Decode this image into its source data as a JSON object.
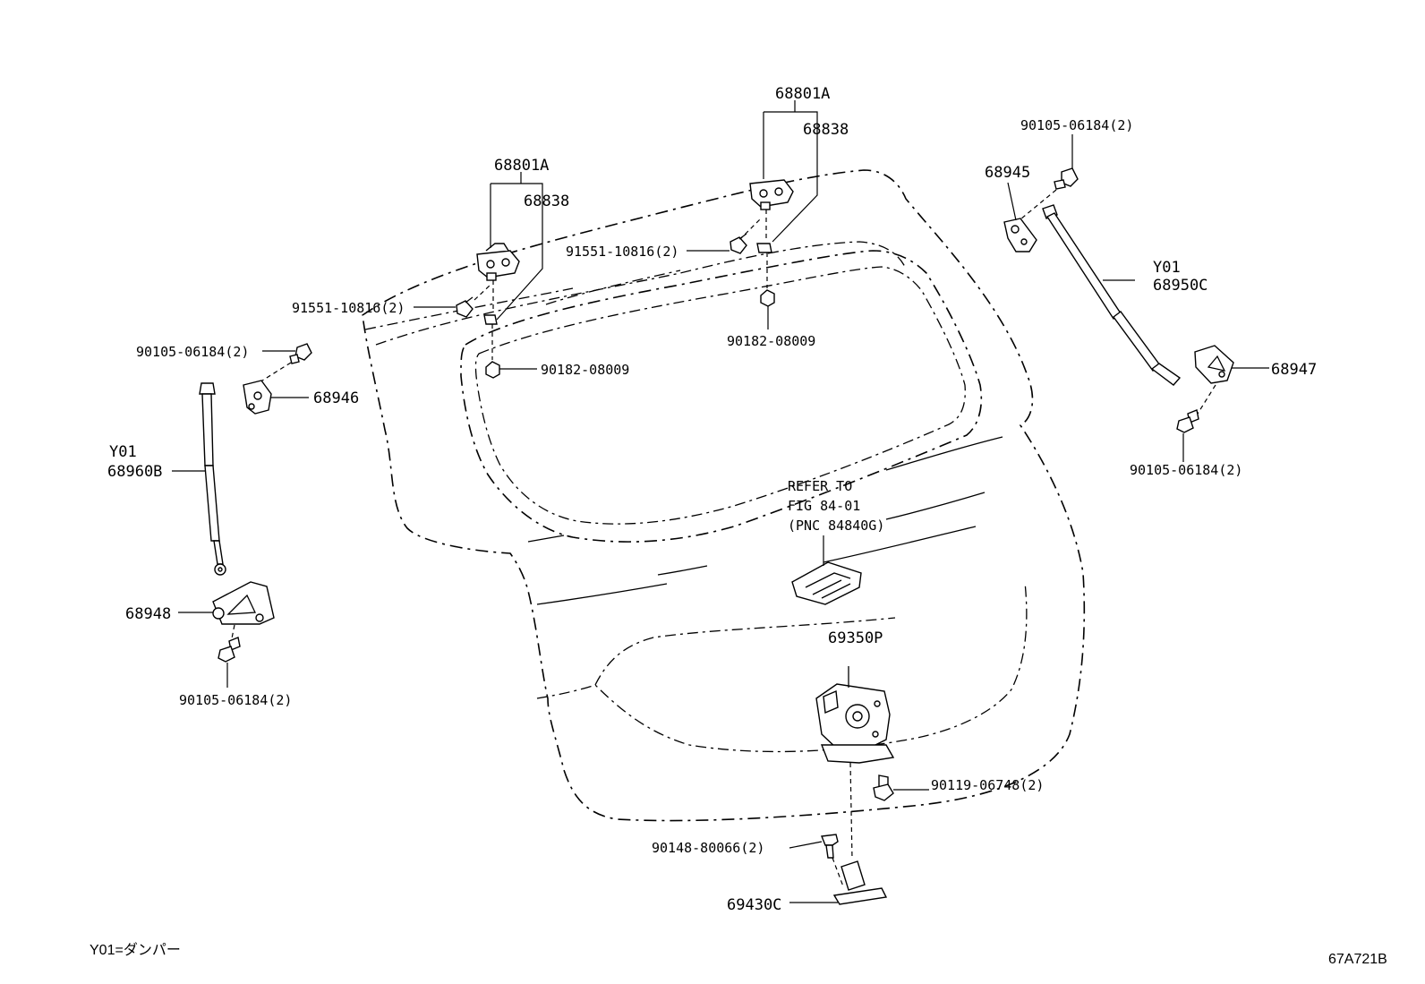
{
  "labels": {
    "hinge_left": "68801A",
    "hinge_left_sub": "68838",
    "hinge_right": "68801A",
    "hinge_right_sub": "68838",
    "bolt_hinge_left": "91551-10816(2)",
    "bolt_hinge_right": "91551-10816(2)",
    "nut_left": "90182-08009",
    "nut_right": "90182-08009",
    "stud_top_left": "90105-06184(2)",
    "stud_top_right": "90105-06184(2)",
    "bracket_upper_left": "68946",
    "bracket_upper_right": "68945",
    "damper_left_code": "Y01",
    "damper_left": "68960B",
    "damper_right_code": "Y01",
    "damper_right": "68950C",
    "bracket_lower_left": "68948",
    "bracket_lower_right": "68947",
    "stud_bottom_left": "90105-06184(2)",
    "stud_bottom_right": "90105-06184(2)",
    "refer_line1": "REFER TO",
    "refer_line2": "FIG 84-01",
    "refer_line3": "(PNC 84840G)",
    "lock": "69350P",
    "lock_bolt": "90119-06748(2)",
    "screw": "90148-80066(2)",
    "striker": "69430C"
  },
  "footer": {
    "legend": "Y01=ダンパー",
    "figure_code": "67A721B"
  }
}
